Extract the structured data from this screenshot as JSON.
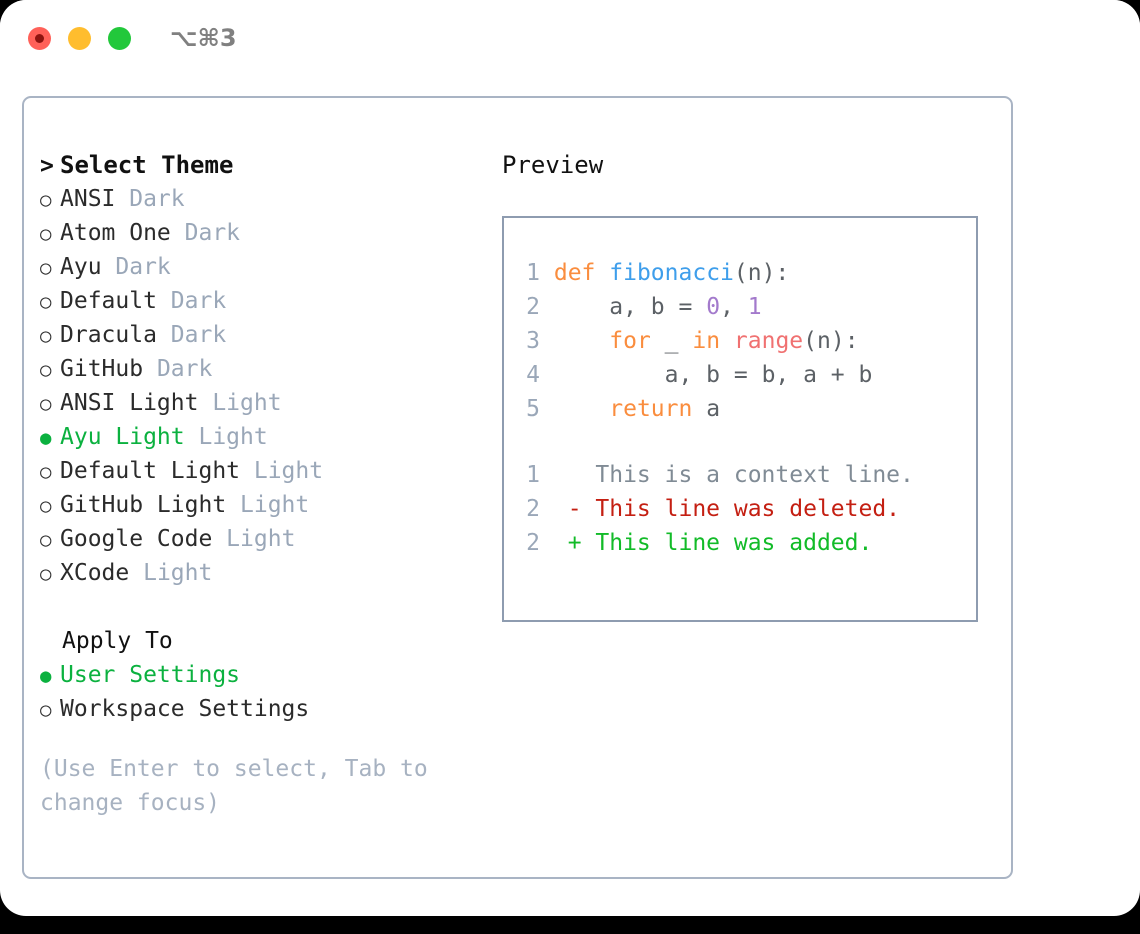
{
  "window": {
    "shortcut_label": "⌥⌘3",
    "traffic_lights": [
      "close",
      "minimize",
      "maximize"
    ]
  },
  "colors": {
    "accent_green": "#0bb13f",
    "muted_blue_gray": "#9aa7b8",
    "panel_border": "#a9b4c4",
    "preview_border": "#8e9cb0",
    "keyword_orange": "#fa8d3e",
    "function_blue": "#3e9eeb",
    "number_purple": "#a37acc",
    "call_red": "#f07171",
    "diff_deleted": "#c41f12",
    "diff_added": "#12bb28"
  },
  "theme_section": {
    "caret": ">",
    "title": "Select Theme",
    "radio_off": "○",
    "radio_on": "●",
    "items": [
      {
        "name": "ANSI",
        "tag": "Dark",
        "selected": false
      },
      {
        "name": "Atom One",
        "tag": "Dark",
        "selected": false
      },
      {
        "name": "Ayu",
        "tag": "Dark",
        "selected": false
      },
      {
        "name": "Default",
        "tag": "Dark",
        "selected": false
      },
      {
        "name": "Dracula",
        "tag": "Dark",
        "selected": false
      },
      {
        "name": "GitHub",
        "tag": "Dark",
        "selected": false
      },
      {
        "name": "ANSI Light",
        "tag": "Light",
        "selected": false
      },
      {
        "name": "Ayu Light",
        "tag": "Light",
        "selected": true
      },
      {
        "name": "Default Light",
        "tag": "Light",
        "selected": false
      },
      {
        "name": "GitHub Light",
        "tag": "Light",
        "selected": false
      },
      {
        "name": "Google Code",
        "tag": "Light",
        "selected": false
      },
      {
        "name": "XCode",
        "tag": "Light",
        "selected": false
      }
    ]
  },
  "apply_to_section": {
    "title": "Apply To",
    "items": [
      {
        "name": "User Settings",
        "selected": true
      },
      {
        "name": "Workspace Settings",
        "selected": false
      }
    ]
  },
  "hint": "(Use Enter to select, Tab to change focus)",
  "preview": {
    "heading": "Preview",
    "code_lines": [
      {
        "lineno": "1",
        "tokens": [
          {
            "t": "def",
            "c": "kw"
          },
          {
            "t": " ",
            "c": "txt"
          },
          {
            "t": "fibonacci",
            "c": "fn"
          },
          {
            "t": "(n):",
            "c": "punc"
          }
        ]
      },
      {
        "lineno": "2",
        "tokens": [
          {
            "t": "    a, b = ",
            "c": "txt"
          },
          {
            "t": "0",
            "c": "num"
          },
          {
            "t": ", ",
            "c": "txt"
          },
          {
            "t": "1",
            "c": "num"
          }
        ]
      },
      {
        "lineno": "3",
        "tokens": [
          {
            "t": "    ",
            "c": "txt"
          },
          {
            "t": "for",
            "c": "kw"
          },
          {
            "t": " _ ",
            "c": "txt"
          },
          {
            "t": "in",
            "c": "kw"
          },
          {
            "t": " ",
            "c": "txt"
          },
          {
            "t": "range",
            "c": "call"
          },
          {
            "t": "(n):",
            "c": "punc"
          }
        ]
      },
      {
        "lineno": "4",
        "tokens": [
          {
            "t": "        a, b = b, a + b",
            "c": "txt"
          }
        ]
      },
      {
        "lineno": "5",
        "tokens": [
          {
            "t": "    ",
            "c": "txt"
          },
          {
            "t": "return",
            "c": "kw"
          },
          {
            "t": " a",
            "c": "txt"
          }
        ]
      }
    ],
    "diff_lines": [
      {
        "lineno": "1",
        "sign": " ",
        "text": "This is a context line.",
        "kind": "ctx"
      },
      {
        "lineno": "2",
        "sign": "-",
        "text": "This line was deleted.",
        "kind": "del"
      },
      {
        "lineno": "2",
        "sign": "+",
        "text": "This line was added.",
        "kind": "add"
      }
    ]
  }
}
